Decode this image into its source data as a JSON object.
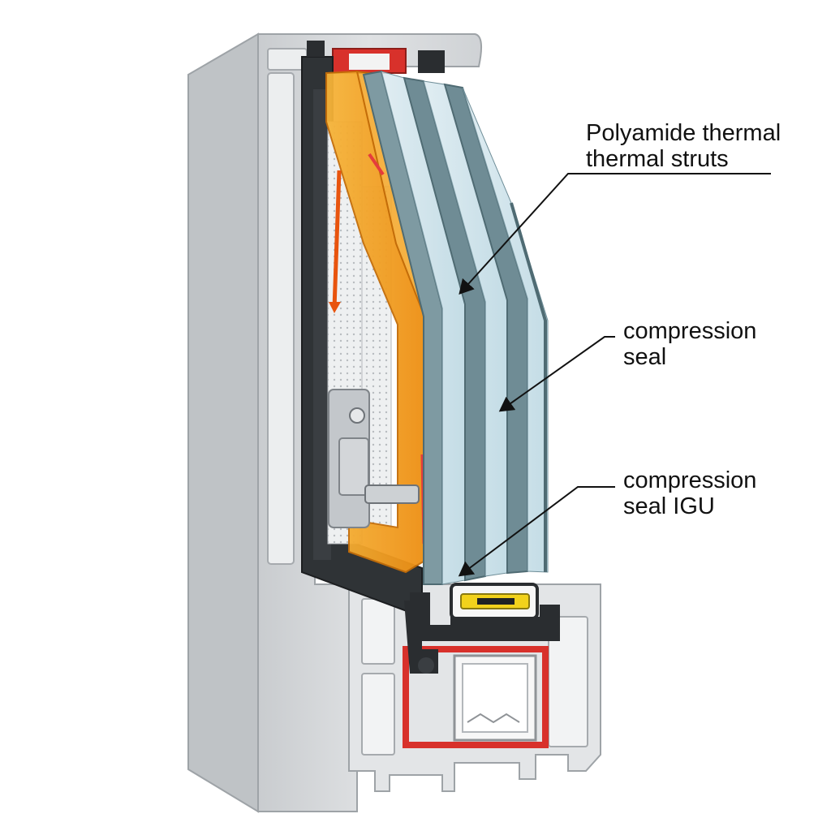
{
  "callouts": {
    "struts": {
      "line1": "Polyamide thermal",
      "line2": "thermal struts"
    },
    "seal": {
      "line1": "compression",
      "line2": "seal"
    },
    "igu": {
      "line1": "compression",
      "line2": "seal IGU"
    }
  },
  "colors": {
    "frame": "#d6d8da",
    "frame_dark": "#a9adb1",
    "gasket": "#2a2d30",
    "reinforcement": "#d8312b",
    "polyamide": "#f29d1f",
    "glass": "#9fc7d6",
    "glass_edge": "#4f6b73",
    "spacer_yellow": "#f2d21c",
    "hardware": "#c3c7cb"
  }
}
